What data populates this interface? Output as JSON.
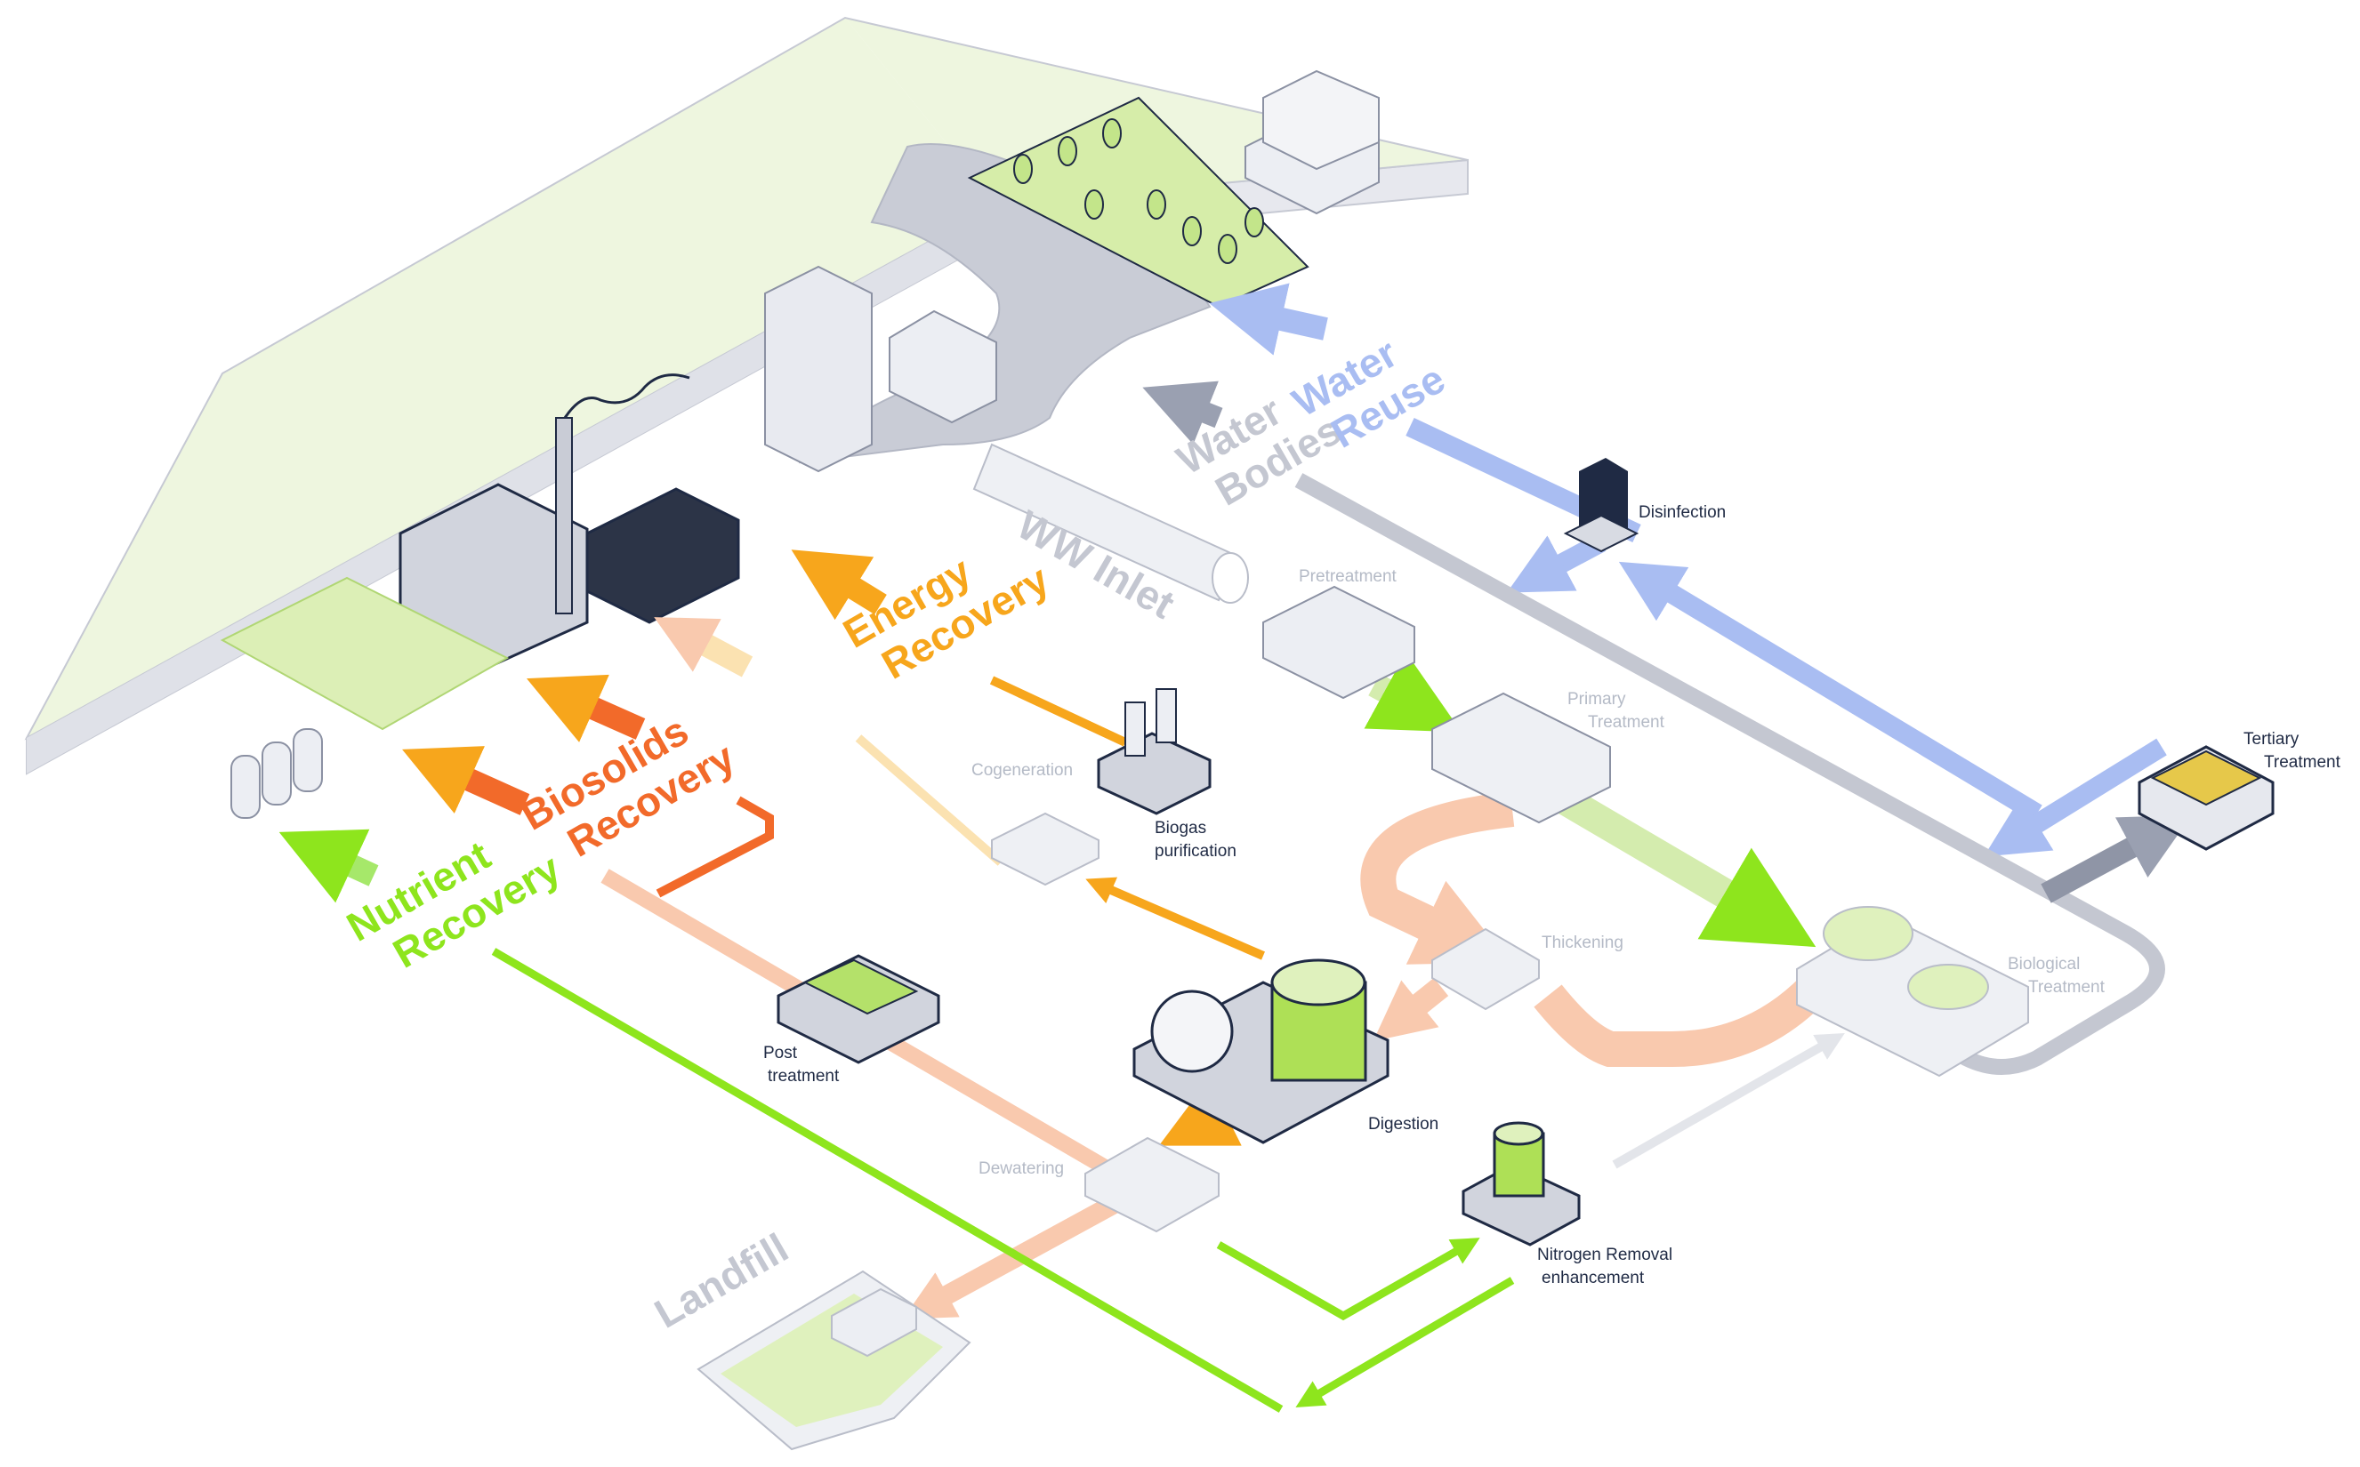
{
  "labels": {
    "water_bodies": [
      "Water",
      "Bodies"
    ],
    "water_reuse": [
      "Water",
      "Reuse"
    ],
    "ww_inlet": "WW Inlet",
    "energy_recovery": [
      "Energy",
      "Recovery"
    ],
    "biosolids_recovery": [
      "Biosolids",
      "Recovery"
    ],
    "nutrient_recovery": [
      "Nutrient",
      "Recovery"
    ],
    "landfill": "Landfill",
    "disinfection": "Disinfection",
    "pretreatment": "Pretreatment",
    "primary_treatment": [
      "Primary",
      "Treatment"
    ],
    "tertiary_treatment": [
      "Tertiary",
      "Treatment"
    ],
    "thickening": "Thickening",
    "biological_treatment": [
      "Biological",
      "Treatment"
    ],
    "cogeneration": "Cogeneration",
    "biogas_purification": [
      "Biogas",
      "purification"
    ],
    "post_treatment": [
      "Post",
      "treatment"
    ],
    "digestion": "Digestion",
    "dewatering": "Dewatering",
    "nitrogen_removal": [
      "Nitrogen Removal",
      "enhancement"
    ]
  },
  "colors": {
    "water_blue": "#a9bdf2",
    "water_grey": "#b8bcca",
    "energy_orange": "#f7a61c",
    "energy_faint": "#fbe2b1",
    "biosolids_orange": "#f26a2a",
    "biosolids_faint": "#f9c9ae",
    "nutrient_green": "#8ee51d",
    "green_faint": "#d4ecae",
    "dark": "#1f2a44",
    "faint_text": "#b4bac6"
  },
  "icons": [
    "city-platform",
    "river",
    "building-icon",
    "factory-icon",
    "chimney-icon",
    "farm-icon",
    "tank-icon",
    "digester-icon",
    "truck-icon",
    "tree-icon"
  ]
}
